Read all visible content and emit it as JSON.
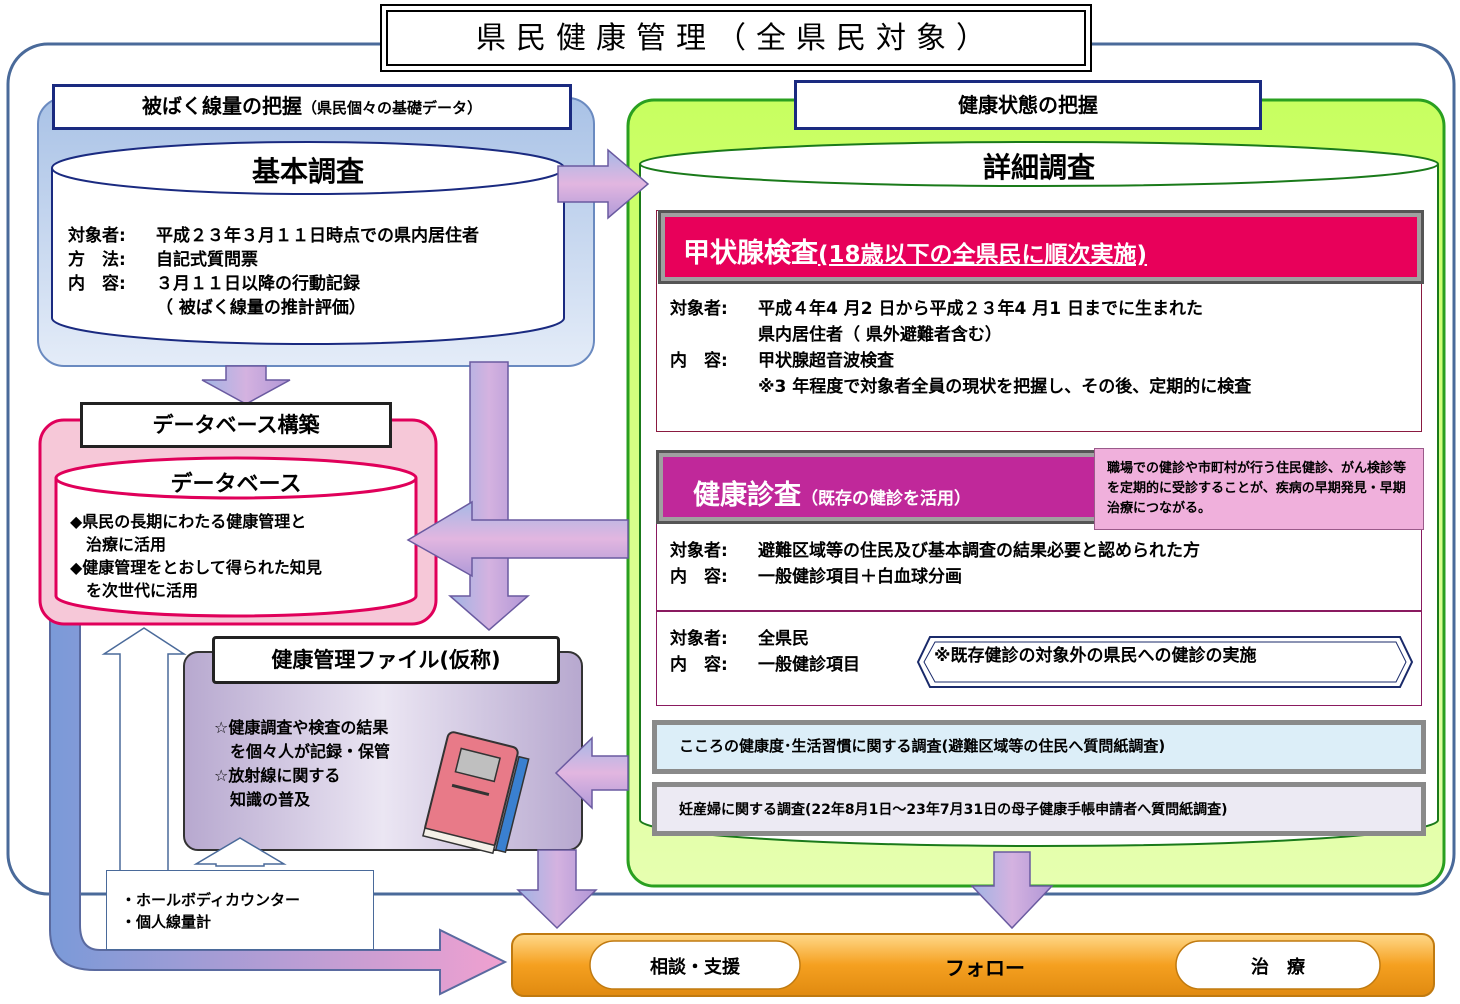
{
  "main_title": "県民健康管理（全県民対象）",
  "left_panel": {
    "header": "被ばく線量の把握",
    "header_sub": "（県民個々の基礎データ）",
    "cylinder_title": "基本調査",
    "rows": [
      {
        "k": "対象者:",
        "v": "平成２３年３月１１日時点での県内居住者"
      },
      {
        "k": "方　法:",
        "v": "自記式質問票"
      },
      {
        "k": "内　容:",
        "v": "３月１１日以降の行動記録"
      },
      {
        "k": "",
        "v": "（ 被ばく線量の推計評価）"
      }
    ]
  },
  "database": {
    "header": "データベース構築",
    "cylinder_title": "データベース",
    "bullets": [
      "◆県民の長期にわたる健康管理と",
      "　治療に活用",
      "◆健康管理をとおして得られた知見",
      "　を次世代に活用"
    ]
  },
  "health_file": {
    "header": "健康管理ファイル(仮称)",
    "bullets": [
      "☆健康調査や検査の結果",
      "　を個々人が記録・保管",
      "☆放射線に関する",
      "　知識の普及"
    ]
  },
  "measure_box": {
    "items": [
      "・ホールボディカウンター",
      "・個人線量計"
    ]
  },
  "right_panel": {
    "header": "健康状態の把握",
    "cylinder_title": "詳細調査",
    "thyroid": {
      "title": "甲状腺検査",
      "title_sub": "(18歳以下の全県民に順次実施)",
      "rows": [
        {
          "k": "対象者:",
          "v": "平成４年4 月2 日から平成２３年4 月1 日までに生まれた"
        },
        {
          "k": "",
          "v": "県内居住者（ 県外避難者含む）"
        },
        {
          "k": "内　容:",
          "v": "甲状腺超音波検査"
        },
        {
          "k": "",
          "v": "※3 年程度で対象者全員の現状を把握し、その後、定期的に検査"
        }
      ]
    },
    "checkup": {
      "title": "健康診査",
      "title_sub": "（既存の健診を活用）",
      "note": "職場での健診や市町村が行う住民健診、がん検診等を定期的に受診することが、疾病の早期発見・早期治療につながる。",
      "rows1": [
        {
          "k": "対象者:",
          "v": "避難区域等の住民及び基本調査の結果必要と認められた方"
        },
        {
          "k": "内　容:",
          "v": "一般健診項目＋白血球分画"
        }
      ],
      "rows2": [
        {
          "k": "対象者:",
          "v": "全県民"
        },
        {
          "k": "内　容:",
          "v": "一般健診項目"
        }
      ],
      "callout": "※既存健診の対象外の県民への健診の実施"
    },
    "survey1": "こころの健康度･生活習慣に関する調査(避難区域等の住民へ質問紙調査)",
    "survey2": "妊産婦に関する調査(22年8月1日～23年7月31日の母子健康手帳申請者へ質問紙調査)"
  },
  "follow_bar": {
    "left": "相談・支援",
    "center": "フォロー",
    "right": "治　療"
  },
  "colors": {
    "outer_border": "#4a6a9a",
    "left_panel_fill": "#b8cde8",
    "database_border": "#e0005a",
    "right_panel_fill": "#c8ff60",
    "thyroid_band": "#e8005a",
    "checkup_band": "#c0289a",
    "follow_bar": "#f5a020",
    "arrow_fill": "#c8a0d8"
  }
}
